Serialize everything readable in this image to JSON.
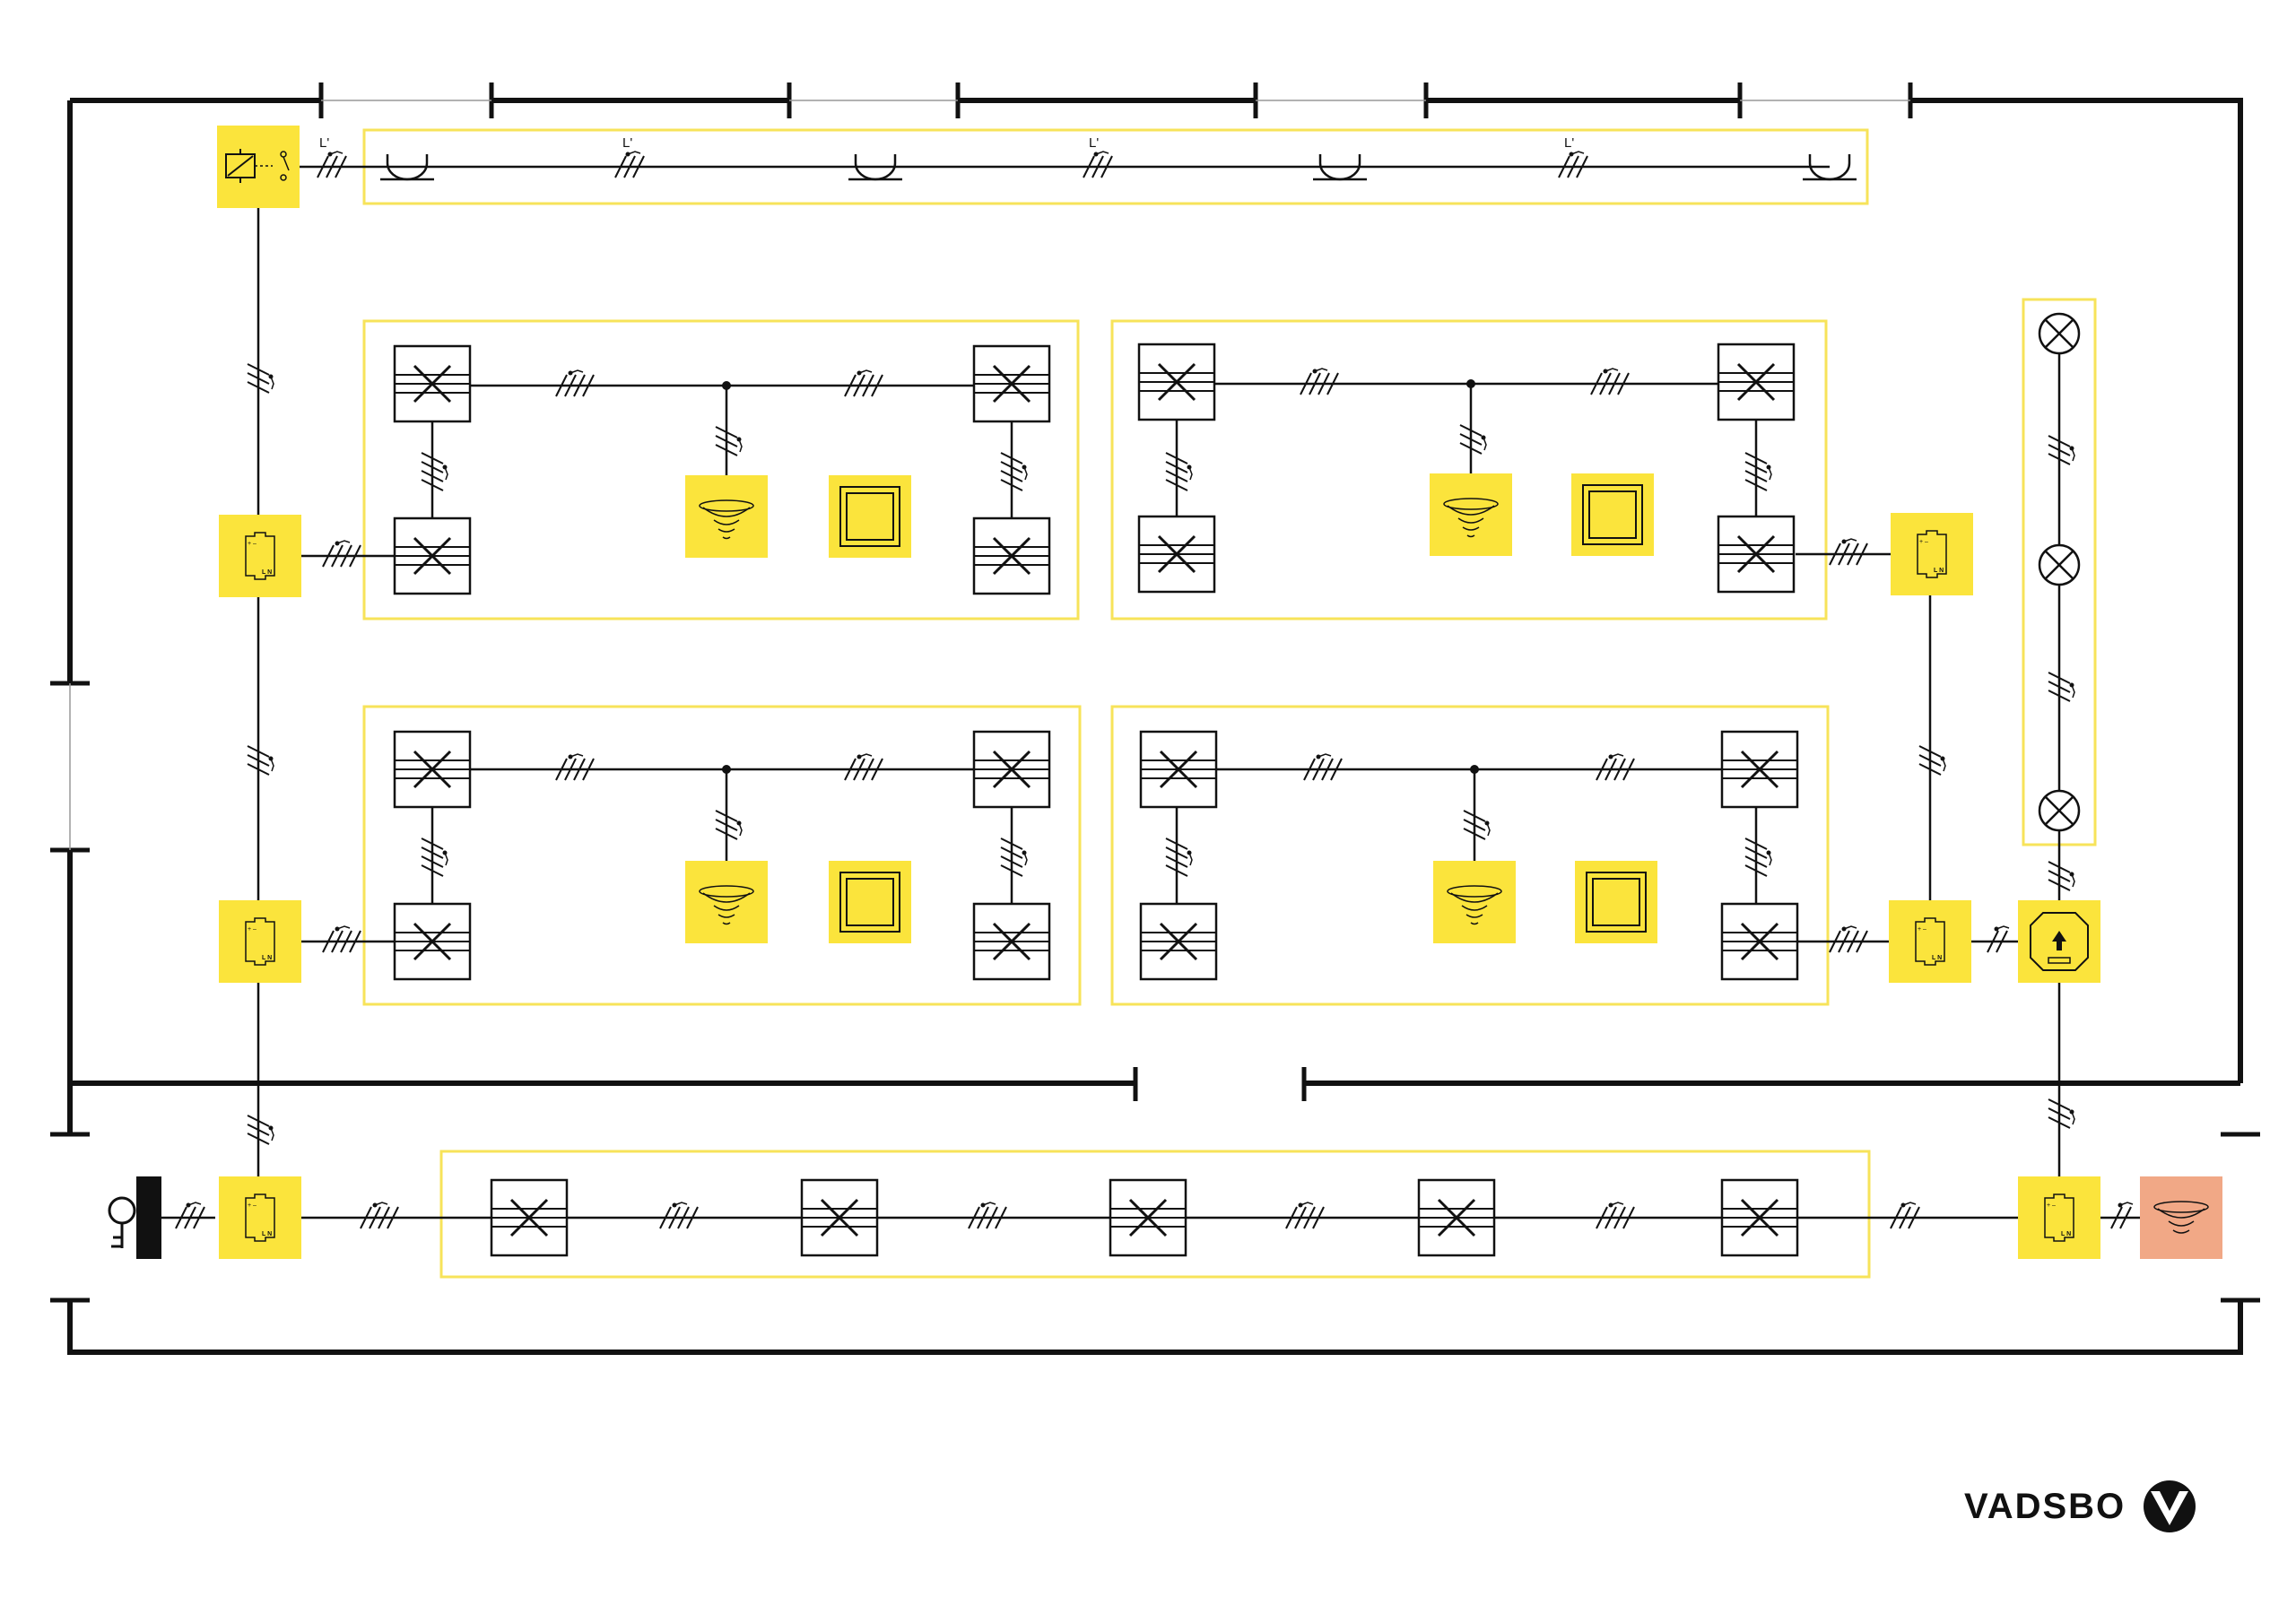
{
  "brand": {
    "name": "VADSBO"
  },
  "labels": {
    "circuit_mark": "L'",
    "driver_terminals": "L N",
    "driver_polarity": "+ –"
  },
  "colors": {
    "device_fill": "#fbe43c",
    "zone_outline": "#f7e35a",
    "sensor_ext_fill": "#f1a886",
    "line": "#111111"
  },
  "icons": [
    "relay-icon",
    "downlight-icon",
    "luminaire-panel-icon",
    "motion-sensor-icon",
    "push-button-icon",
    "led-driver-icon",
    "emergency-lamp-icon",
    "emergency-exit-unit-icon",
    "key-switch-icon",
    "vadsbo-logo-icon"
  ]
}
